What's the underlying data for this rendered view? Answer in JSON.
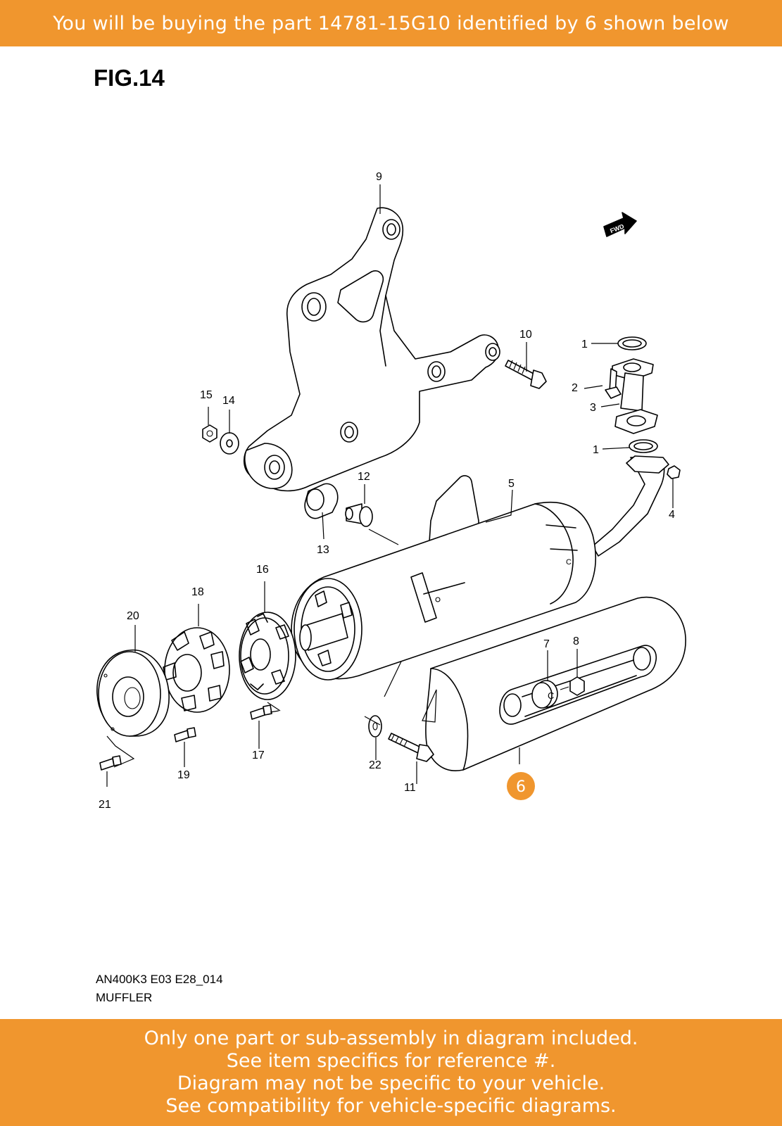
{
  "banner": {
    "top_text": "You will be buying the part 14781-15G10 identified by 6 shown below",
    "bottom_lines": [
      "Only one part or sub-assembly in diagram included.",
      "See item specifics for reference #.",
      "Diagram may not be specific to your vehicle.",
      "See compatibility for vehicle-specific diagrams."
    ]
  },
  "figure": {
    "label": "FIG.14",
    "code": "AN400K3 E03 E28_014",
    "name": "MUFFLER",
    "fwd_label": "FWD",
    "highlighted_part": "6",
    "part_numbers": {
      "p1a": "1",
      "p1b": "1",
      "p2": "2",
      "p3": "3",
      "p4": "4",
      "p5": "5",
      "p7": "7",
      "p8": "8",
      "p9": "9",
      "p10": "10",
      "p11": "11",
      "p12": "12",
      "p13": "13",
      "p14": "14",
      "p15": "15",
      "p16": "16",
      "p17": "17",
      "p18": "18",
      "p19": "19",
      "p20": "20",
      "p21": "21",
      "p22": "22"
    }
  },
  "colors": {
    "accent": "#f0962e",
    "text_on_accent": "#ffffff",
    "line": "#000000"
  }
}
